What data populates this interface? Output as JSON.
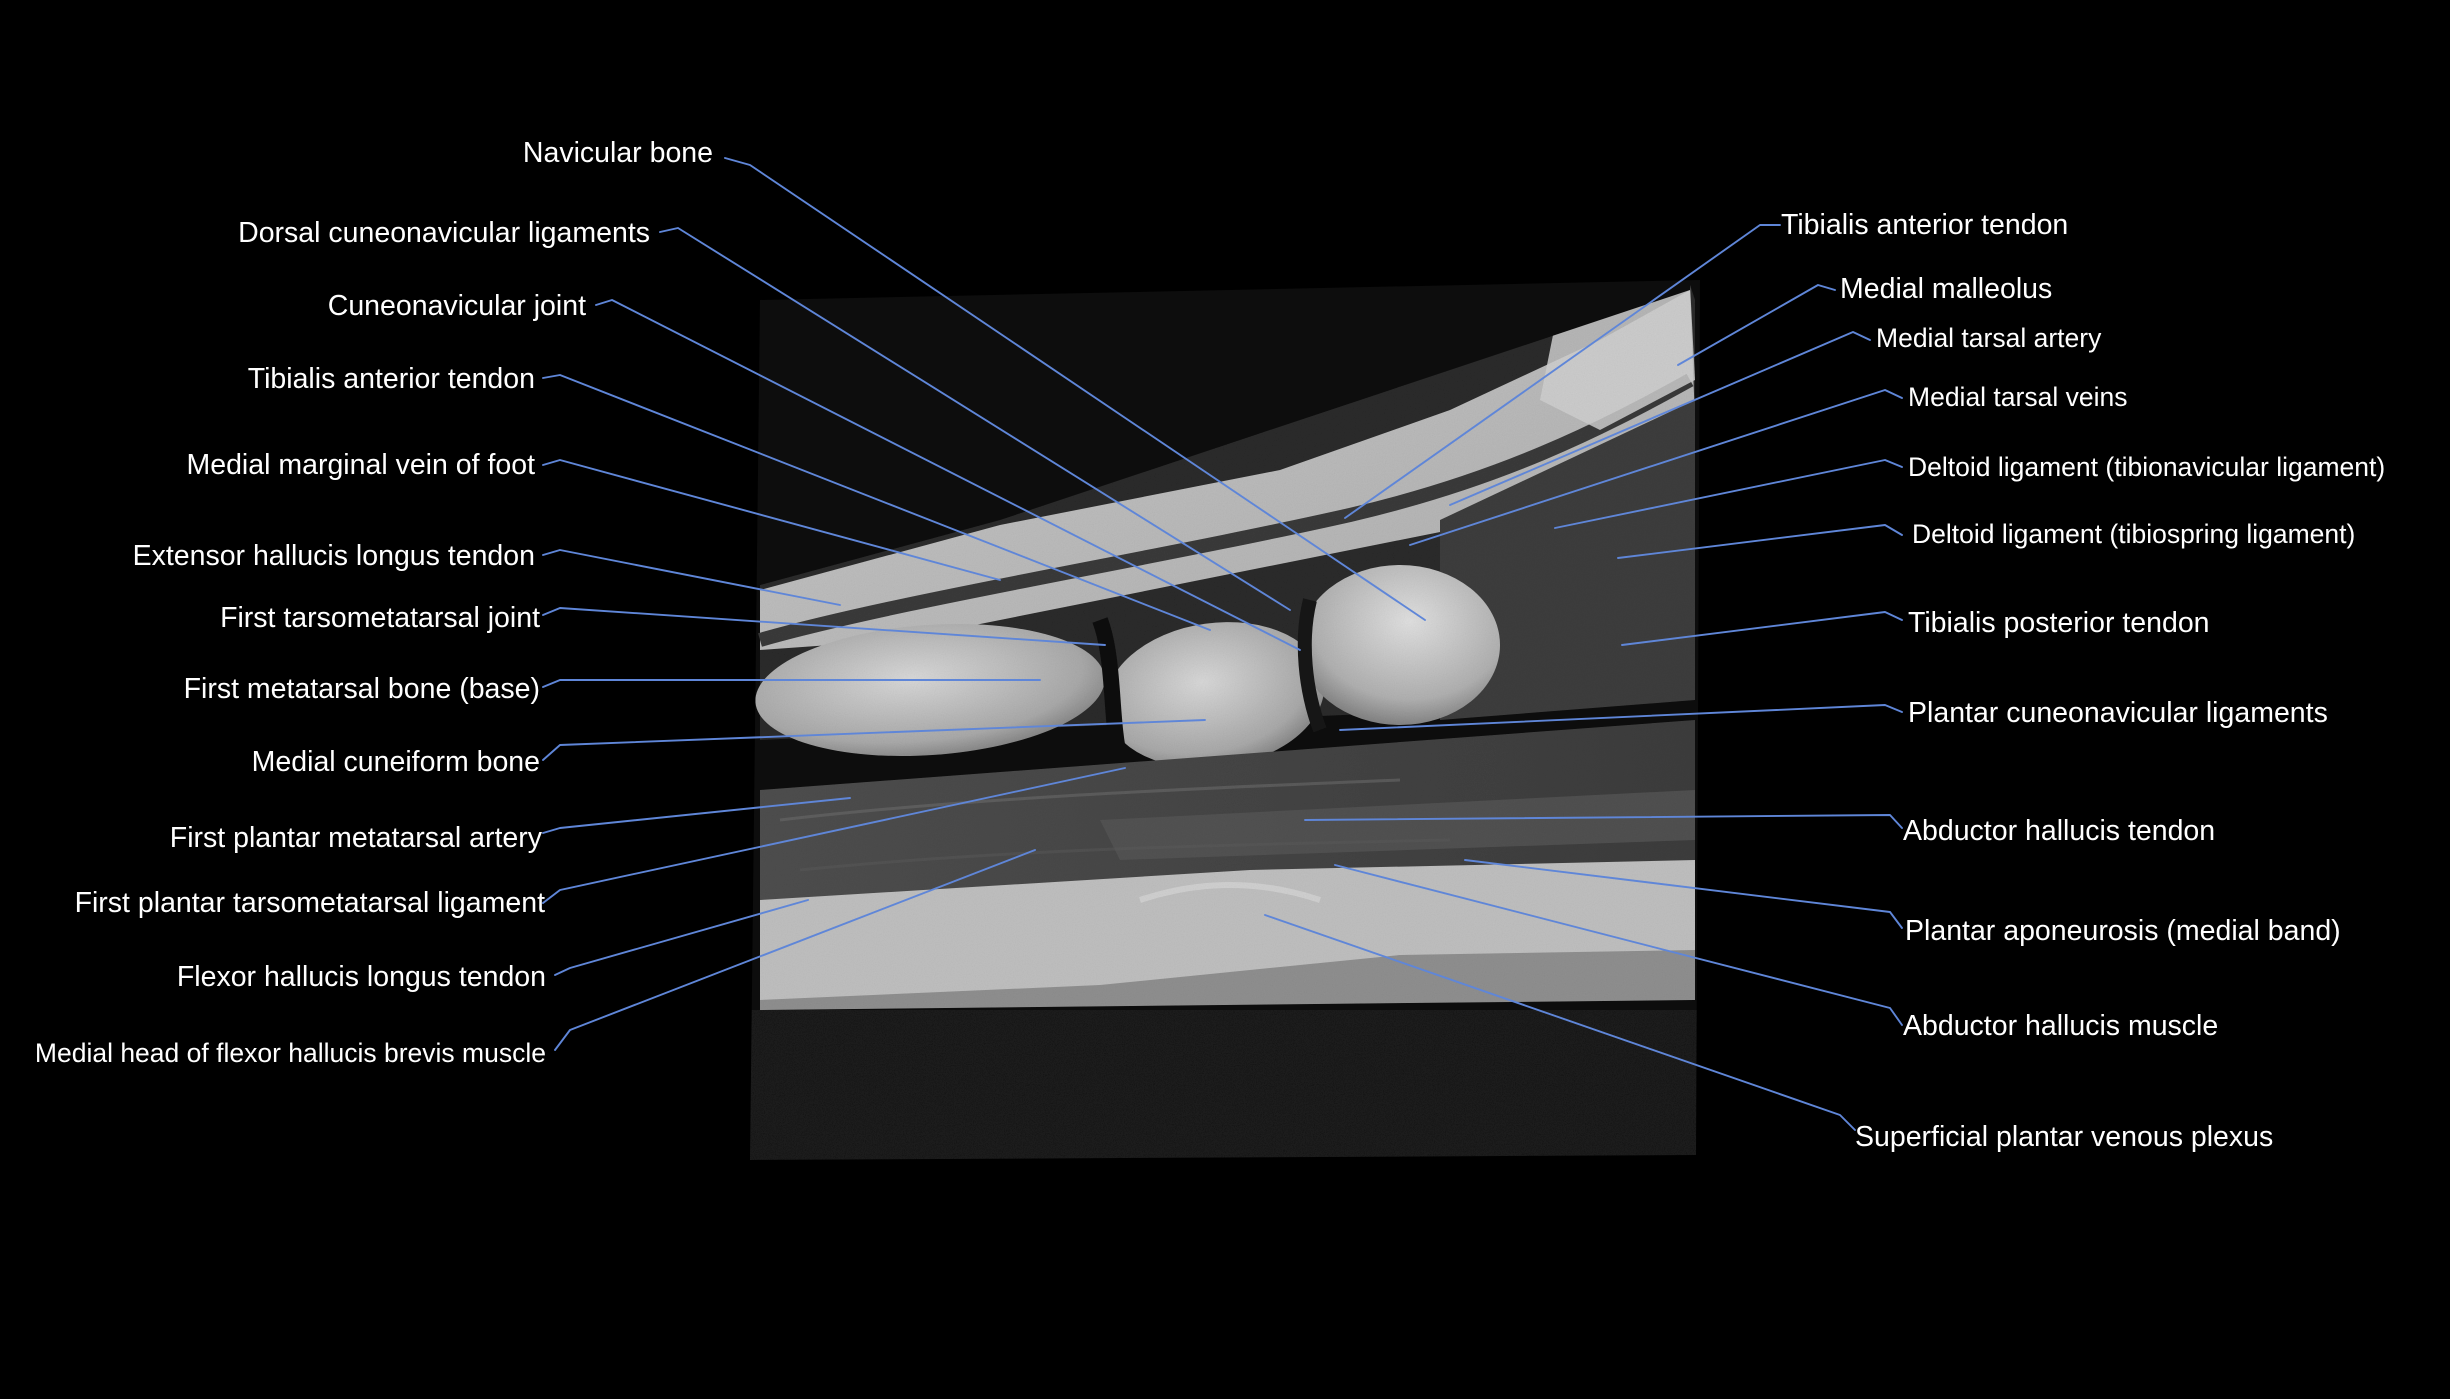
{
  "figure": {
    "labels_left": [
      {
        "id": "navicular-bone",
        "text": "Navicular bone"
      },
      {
        "id": "dorsal-cuneonavicular-ligaments",
        "text": "Dorsal cuneonavicular ligaments"
      },
      {
        "id": "cuneonavicular-joint",
        "text": "Cuneonavicular joint"
      },
      {
        "id": "tibialis-anterior-tendon-left",
        "text": "Tibialis anterior tendon"
      },
      {
        "id": "medial-marginal-vein-of-foot",
        "text": "Medial marginal vein of foot"
      },
      {
        "id": "extensor-hallucis-longus-tendon",
        "text": "Extensor hallucis longus tendon"
      },
      {
        "id": "first-tarsometatarsal-joint",
        "text": "First tarsometatarsal joint"
      },
      {
        "id": "first-metatarsal-bone-base",
        "text": "First metatarsal bone (base)"
      },
      {
        "id": "medial-cuneiform-bone",
        "text": "Medial cuneiform bone"
      },
      {
        "id": "first-plantar-metatarsal-artery",
        "text": "First plantar metatarsal artery"
      },
      {
        "id": "first-plantar-tarsometatarsal-ligament",
        "text": "First plantar tarsometatarsal ligament"
      },
      {
        "id": "flexor-hallucis-longus-tendon",
        "text": "Flexor hallucis longus tendon"
      },
      {
        "id": "medial-head-of-flexor-hallucis-brevis-muscle",
        "text": "Medial head of flexor hallucis brevis muscle"
      }
    ],
    "labels_right": [
      {
        "id": "tibialis-anterior-tendon-right",
        "text": "Tibialis anterior tendon"
      },
      {
        "id": "medial-malleolus",
        "text": "Medial malleolus"
      },
      {
        "id": "medial-tarsal-artery",
        "text": "Medial tarsal artery"
      },
      {
        "id": "medial-tarsal-veins",
        "text": "Medial tarsal veins"
      },
      {
        "id": "deltoid-ligament-tibionavicular",
        "text": "Deltoid ligament (tibionavicular ligament)"
      },
      {
        "id": "deltoid-ligament-tibiospring",
        "text": "Deltoid ligament (tibiospring ligament)"
      },
      {
        "id": "tibialis-posterior-tendon",
        "text": "Tibialis posterior tendon"
      },
      {
        "id": "plantar-cuneonavicular-ligaments",
        "text": "Plantar cuneonavicular ligaments"
      },
      {
        "id": "abductor-hallucis-tendon",
        "text": "Abductor hallucis tendon"
      },
      {
        "id": "plantar-aponeurosis-medial-band",
        "text": "Plantar aponeurosis (medial band)"
      },
      {
        "id": "abductor-hallucis-muscle",
        "text": "Abductor hallucis muscle"
      },
      {
        "id": "superficial-plantar-venous-plexus",
        "text": "Superficial plantar venous plexus"
      }
    ]
  }
}
